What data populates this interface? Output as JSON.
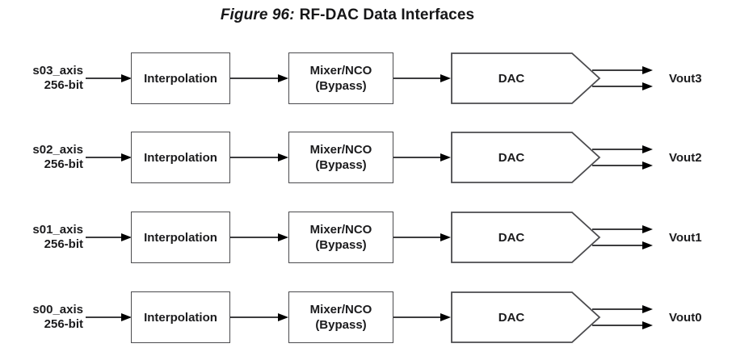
{
  "figure": {
    "label": "Figure 96:",
    "title": "RF-DAC Data Interfaces"
  },
  "colors": {
    "background": "#ffffff",
    "box_border": "#4b4b4e",
    "connector_line": "#3d3d3f",
    "arrowhead": "#000000",
    "text": "#1b1b1d"
  },
  "diagram": {
    "rows": [
      {
        "input_signal": "s03_axis",
        "input_width": "256-bit",
        "interpolation_label": "Interpolation",
        "mixer_label": "Mixer/NCO",
        "mixer_mode": "(Bypass)",
        "dac_label": "DAC",
        "output_label": "Vout3"
      },
      {
        "input_signal": "s02_axis",
        "input_width": "256-bit",
        "interpolation_label": "Interpolation",
        "mixer_label": "Mixer/NCO",
        "mixer_mode": "(Bypass)",
        "dac_label": "DAC",
        "output_label": "Vout2"
      },
      {
        "input_signal": "s01_axis",
        "input_width": "256-bit",
        "interpolation_label": "Interpolation",
        "mixer_label": "Mixer/NCO",
        "mixer_mode": "(Bypass)",
        "dac_label": "DAC",
        "output_label": "Vout1"
      },
      {
        "input_signal": "s00_axis",
        "input_width": "256-bit",
        "interpolation_label": "Interpolation",
        "mixer_label": "Mixer/NCO",
        "mixer_mode": "(Bypass)",
        "dac_label": "DAC",
        "output_label": "Vout0"
      }
    ]
  }
}
